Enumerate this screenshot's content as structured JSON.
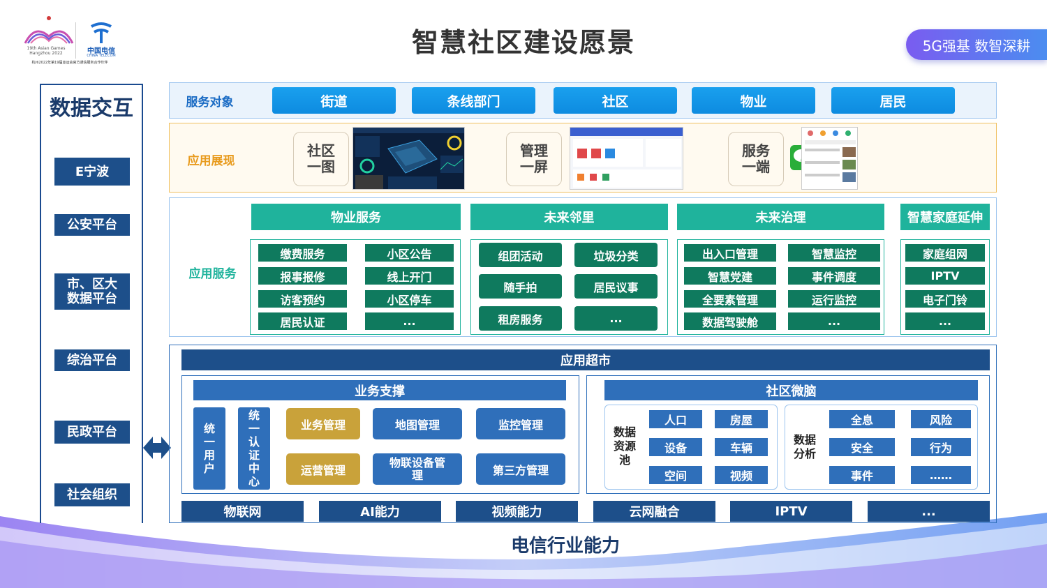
{
  "title": "智慧社区建设愿景",
  "slogan": "5G强基 数智深耕",
  "logos": {
    "games_caption": "19th Asian Games Hangzhou 2022",
    "telecom_name": "中国电信",
    "telecom_en": "CHINA TELECOM",
    "partner_line": "杭州2022年第19届亚运会官方通信服务合作伙伴"
  },
  "left_panel": {
    "title": "数据交互",
    "items": [
      "E宁波",
      "公安平台",
      "市、区大\n数据平台",
      "综治平台",
      "民政平台",
      "社会组织"
    ]
  },
  "service_target": {
    "label": "服务对象",
    "items": [
      "街道",
      "条线部门",
      "社区",
      "物业",
      "居民"
    ]
  },
  "app_display": {
    "label": "应用展现",
    "items": [
      {
        "label": "社区\n一图"
      },
      {
        "label": "管理\n一屏"
      },
      {
        "label": "服务\n一端"
      }
    ]
  },
  "app_service": {
    "label": "应用服务",
    "groups": [
      {
        "name": "物业服务",
        "items": [
          "缴费服务",
          "小区公告",
          "报事报修",
          "线上开门",
          "访客预约",
          "小区停车",
          "居民认证",
          "..."
        ]
      },
      {
        "name": "未来邻里",
        "items": [
          "组团活动",
          "垃圾分类",
          "随手拍",
          "居民议事",
          "租房服务",
          "..."
        ]
      },
      {
        "name": "未来治理",
        "items": [
          "出入口管理",
          "智慧监控",
          "智慧党建",
          "事件调度",
          "全要素管理",
          "运行监控",
          "数据驾驶舱",
          "..."
        ]
      },
      {
        "name": "智慧家庭延伸",
        "items": [
          "家庭组网",
          "IPTV",
          "电子门铃",
          "..."
        ]
      }
    ]
  },
  "app_market": {
    "title": "应用超市",
    "biz_support": {
      "title": "业务支撑",
      "col_items": [
        "统\n一\n用\n户",
        "统\n一\n认\n证\n中\n心"
      ],
      "items": [
        "业务管理",
        "地图管理",
        "监控管理",
        "运营管理",
        "物联设备管\n理",
        "第三方管理"
      ]
    },
    "community_brain": {
      "title": "社区微脑",
      "pool_label": "数据\n资源\n池",
      "pool_items": [
        "人口",
        "房屋",
        "设备",
        "车辆",
        "空间",
        "视频"
      ],
      "analysis_label": "数据\n分析",
      "analysis_items": [
        "全息",
        "风险",
        "安全",
        "行为",
        "事件",
        "……"
      ]
    }
  },
  "capabilities": [
    "物联网",
    "AI能力",
    "视频能力",
    "云网融合",
    "IPTV",
    "..."
  ],
  "bottom_title": "电信行业能力",
  "colors": {
    "navy": "#1d4f8a",
    "sky_blue": "#0d8be0",
    "teal": "#1fb39c",
    "dark_green": "#0f7a5e",
    "gold": "#c9a23a",
    "label_blue": "#1a6bc4",
    "label_orange": "#e89a1c"
  }
}
